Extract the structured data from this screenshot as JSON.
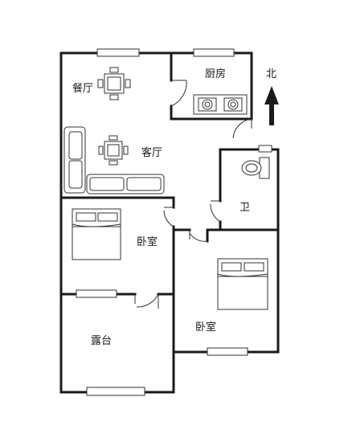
{
  "rooms": {
    "dining": "餐厅",
    "kitchen": "厨房",
    "living": "客厅",
    "bathroom": "卫",
    "bedroom_1": "卧室",
    "bedroom_2": "卧室",
    "terrace": "露台"
  },
  "compass": {
    "label": "北"
  }
}
